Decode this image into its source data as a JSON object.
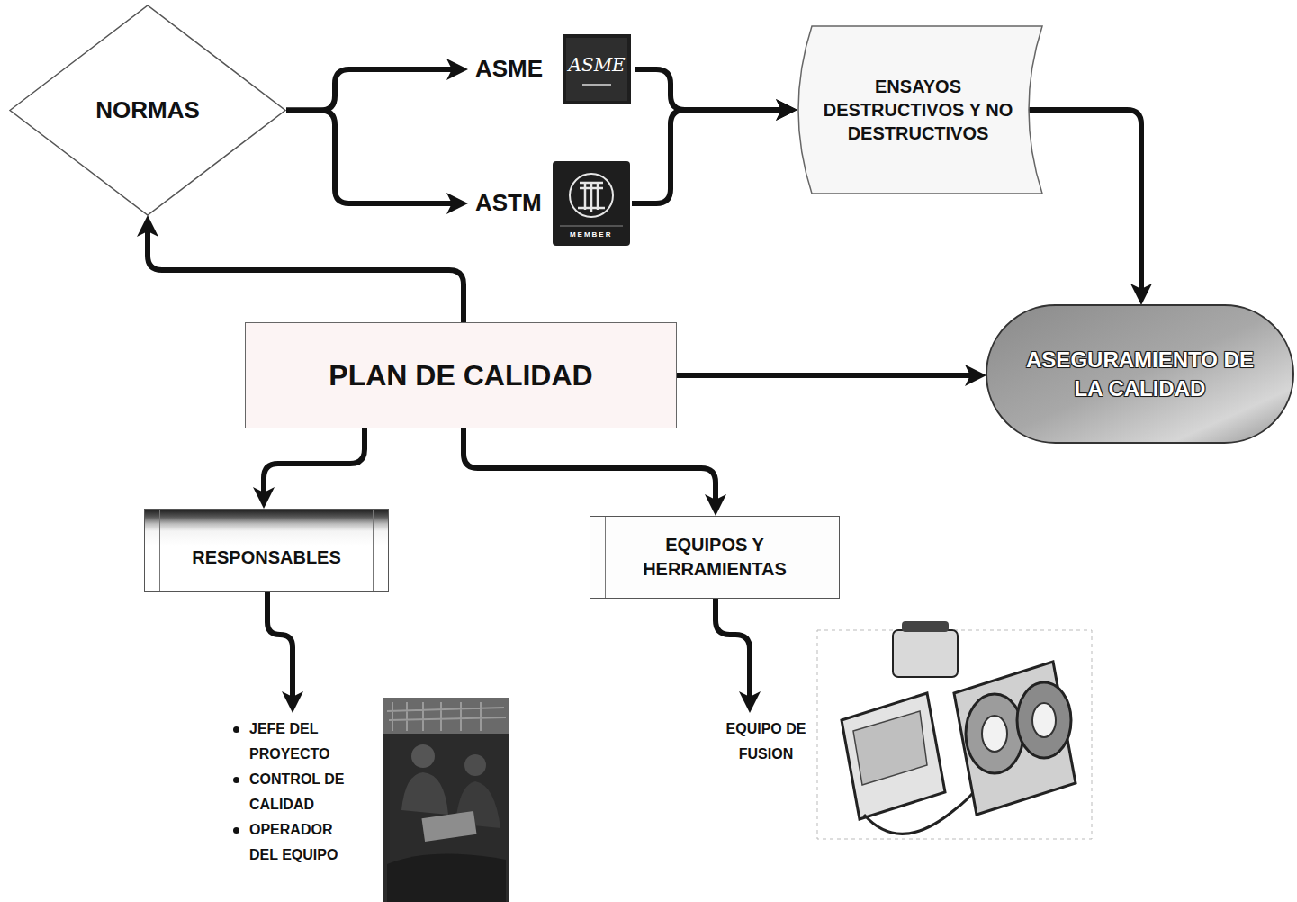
{
  "diagram": {
    "nodes": [
      {
        "text": [
          "NORMAS"
        ]
      },
      {
        "text": [
          "ASME"
        ]
      },
      {
        "text": [
          "ASTM"
        ]
      },
      {
        "text": [
          "ENSAYOS DESTRUCTIVOS Y NO DESTRUCTIVOS"
        ]
      },
      {
        "text": [
          "PLAN DE CALIDAD"
        ]
      },
      {
        "text": [
          "ASEGURAMIENTO DE LA CALIDAD"
        ]
      },
      {
        "text": [
          "RESPONSABLES"
        ]
      },
      {
        "text": [
          "EQUIPOS Y HERRAMIENTAS"
        ]
      },
      {
        "text": [
          "JEFE DEL PROYECTO",
          "CONTROL DE CALIDAD",
          "OPERADOR DEL EQUIPO"
        ]
      },
      {
        "text": [
          "EQUIPO DE FUSION"
        ]
      }
    ],
    "edges": [
      {
        "from": 0,
        "to": 1,
        "arrow": "to"
      },
      {
        "from": 0,
        "to": 2,
        "arrow": "to"
      },
      {
        "from": 1,
        "to": 3,
        "arrow": "to"
      },
      {
        "from": 2,
        "to": 3,
        "arrow": "to"
      },
      {
        "from": 3,
        "to": 5,
        "arrow": "to"
      },
      {
        "from": 4,
        "to": 0,
        "arrow": "to"
      },
      {
        "from": 4,
        "to": 5,
        "arrow": "to"
      },
      {
        "from": 4,
        "to": 6,
        "arrow": "to"
      },
      {
        "from": 4,
        "to": 7,
        "arrow": "to"
      },
      {
        "from": 6,
        "to": 8,
        "arrow": "to"
      },
      {
        "from": 7,
        "to": 9,
        "arrow": "to"
      }
    ],
    "labels": [
      "ASME",
      "MEMBER"
    ]
  }
}
